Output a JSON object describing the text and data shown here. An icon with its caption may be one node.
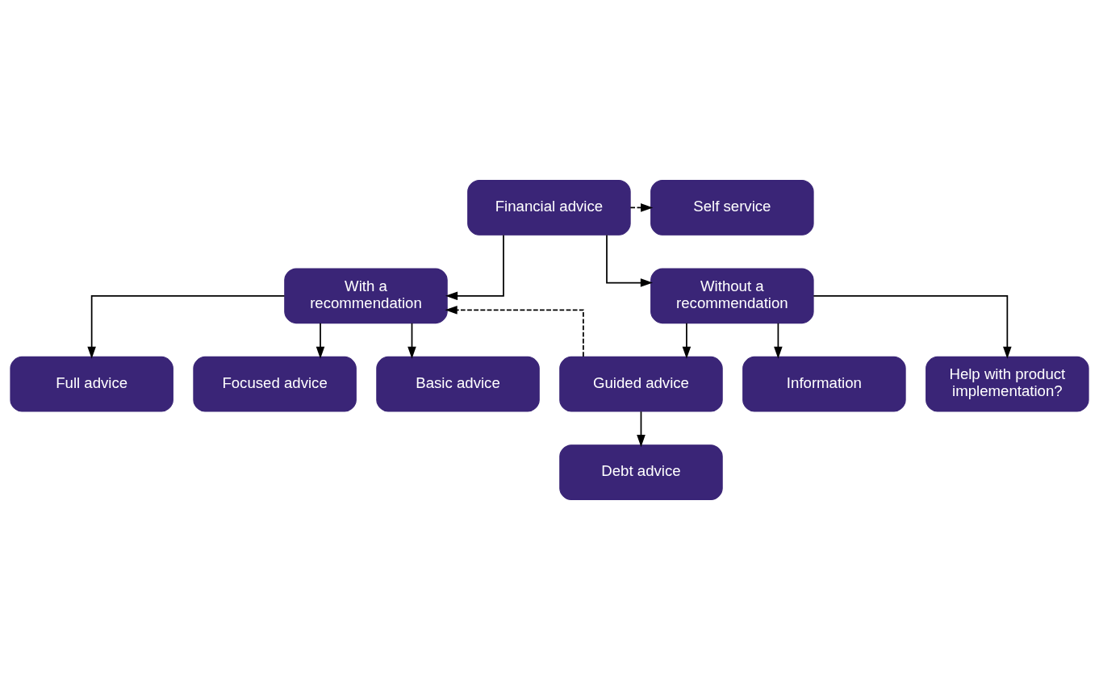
{
  "diagram": {
    "nodes": [
      {
        "text": [
          "Financial advice"
        ]
      },
      {
        "text": [
          "Self service"
        ]
      },
      {
        "text": [
          "With a recommendation"
        ]
      },
      {
        "text": [
          "Without a recommendation"
        ]
      },
      {
        "text": [
          "Full advice"
        ]
      },
      {
        "text": [
          "Focused advice"
        ]
      },
      {
        "text": [
          "Basic advice"
        ]
      },
      {
        "text": [
          "Information"
        ]
      },
      {
        "text": [
          "Guided advice"
        ]
      },
      {
        "text": [
          "Help with product implementation?"
        ]
      },
      {
        "text": [
          "Debt advice"
        ]
      }
    ],
    "edges": [
      {
        "from": 0,
        "to": 1,
        "arrow": "to",
        "style": "dashed"
      },
      {
        "from": 0,
        "to": 2,
        "arrow": "to"
      },
      {
        "from": 0,
        "to": 3,
        "arrow": "to"
      },
      {
        "from": 2,
        "to": 4,
        "arrow": "to"
      },
      {
        "from": 2,
        "to": 5,
        "arrow": "to"
      },
      {
        "from": 2,
        "to": 6,
        "arrow": "to"
      },
      {
        "from": 3,
        "to": 7,
        "arrow": "to"
      },
      {
        "from": 3,
        "to": 8,
        "arrow": "to"
      },
      {
        "from": 3,
        "to": 9,
        "arrow": "to"
      },
      {
        "from": 8,
        "to": 2,
        "arrow": "to",
        "style": "dashed"
      },
      {
        "from": 8,
        "to": 10,
        "arrow": "to"
      }
    ]
  }
}
